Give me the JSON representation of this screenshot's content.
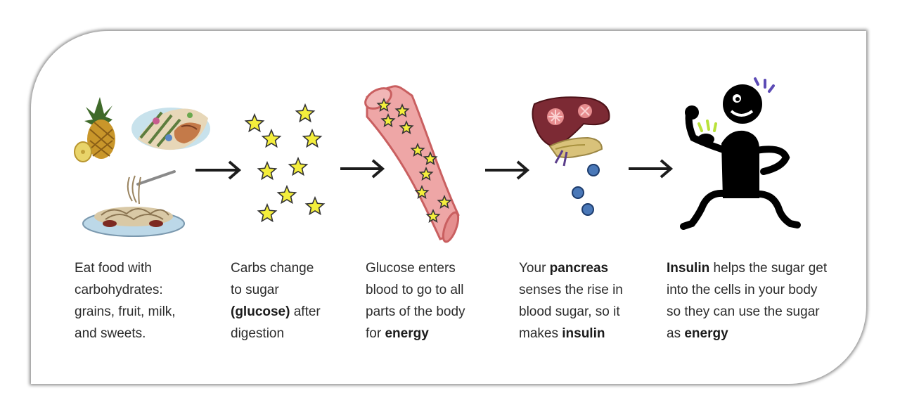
{
  "steps": [
    {
      "id": "food",
      "lines": [
        [
          {
            "t": "Eat food with"
          }
        ],
        [
          {
            "t": "carbohydrates:"
          }
        ],
        [
          {
            "t": "grains, fruit, milk,"
          }
        ],
        [
          {
            "t": "and sweets."
          }
        ]
      ]
    },
    {
      "id": "sugar",
      "lines": [
        [
          {
            "t": "Carbs change"
          }
        ],
        [
          {
            "t": "to sugar"
          }
        ],
        [
          {
            "t": "(glucose)",
            "b": true
          },
          {
            "t": " after"
          }
        ],
        [
          {
            "t": "digestion"
          }
        ]
      ]
    },
    {
      "id": "blood",
      "lines": [
        [
          {
            "t": "Glucose enters"
          }
        ],
        [
          {
            "t": "blood to go to all"
          }
        ],
        [
          {
            "t": "parts of the body"
          }
        ],
        [
          {
            "t": "for "
          },
          {
            "t": "energy",
            "b": true
          }
        ]
      ]
    },
    {
      "id": "pancreas",
      "lines": [
        [
          {
            "t": "Your "
          },
          {
            "t": "pancreas",
            "b": true
          }
        ],
        [
          {
            "t": "senses the rise in"
          }
        ],
        [
          {
            "t": "blood sugar, so it"
          }
        ],
        [
          {
            "t": "makes "
          },
          {
            "t": "insulin",
            "b": true
          }
        ]
      ]
    },
    {
      "id": "insulin",
      "lines": [
        [
          {
            "t": "Insulin",
            "b": true
          },
          {
            "t": " helps the sugar get"
          }
        ],
        [
          {
            "t": "into the cells in your body"
          }
        ],
        [
          {
            "t": "so they can use the sugar"
          }
        ],
        [
          {
            "t": "as "
          },
          {
            "t": "energy",
            "b": true
          }
        ]
      ]
    }
  ],
  "colors": {
    "star_fill": "#f4ee3c",
    "vessel": "#eea6a6",
    "liver": "#7c2a34",
    "pancreas": "#d9c27a",
    "dots": "#4a78b8",
    "figure": "#000000",
    "arrow": "#1c1c1c"
  },
  "icons": [
    "fruit-grain-food-icon",
    "pasta-plate-icon",
    "arrow-right-icon",
    "glucose-star-icon",
    "blood-vessel-icon",
    "liver-pancreas-icon",
    "insulin-dot-icon",
    "strong-figure-icon"
  ]
}
